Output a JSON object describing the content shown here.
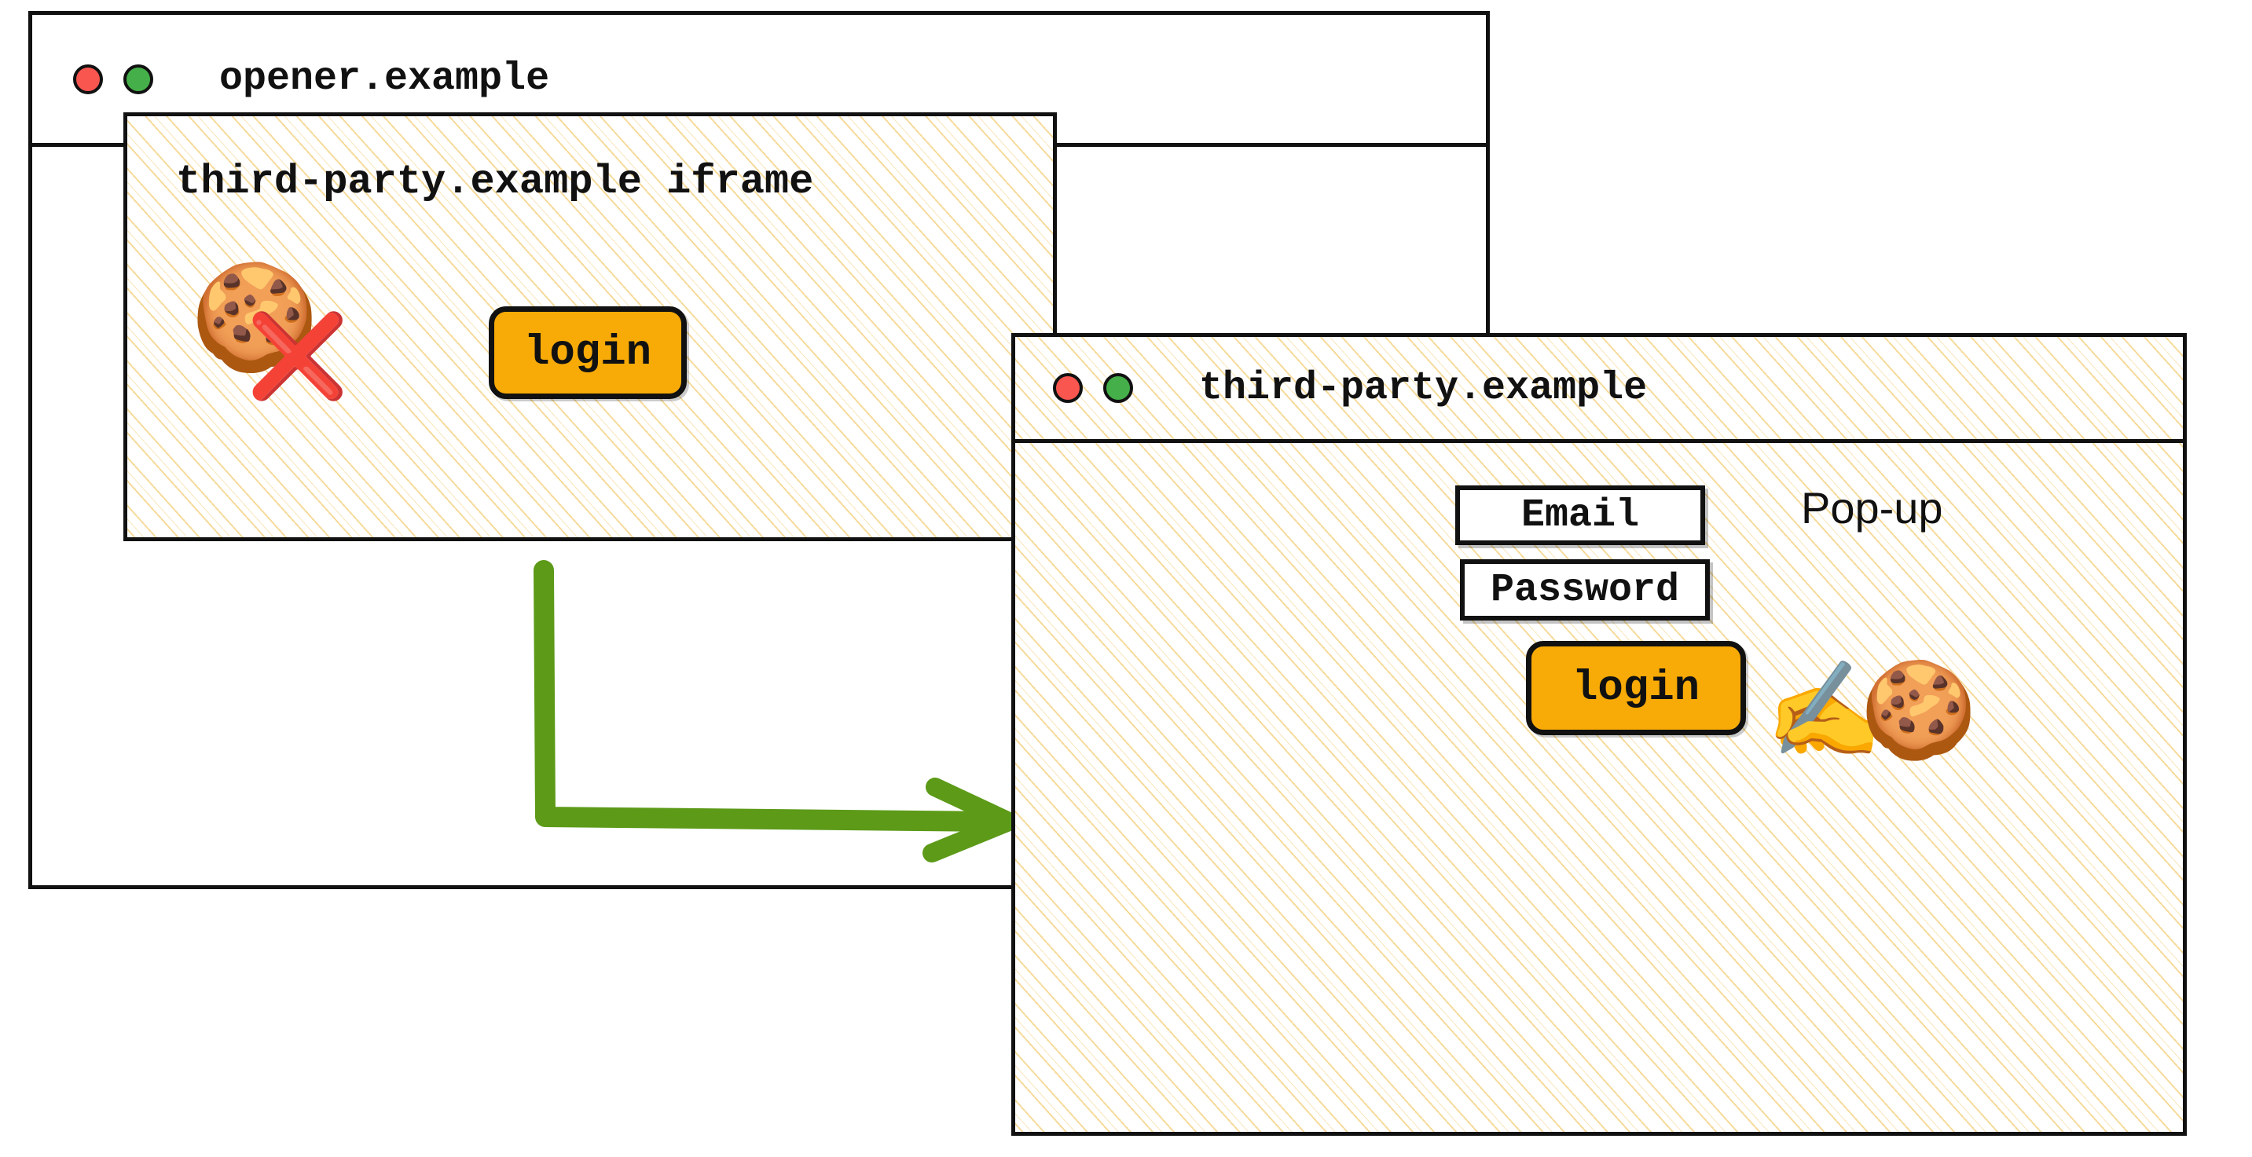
{
  "diagram": {
    "title": "Third-party login popup writes cookie while iframe cannot",
    "colors": {
      "orange_button": "#f8aa06",
      "green_arrow": "#5c9a18",
      "red_dot": "#f9564f",
      "green_dot": "#45b04a",
      "hatch_line": "#f4d48a",
      "ink": "#111111"
    }
  },
  "opener_window": {
    "title": "opener.example",
    "controls": {
      "close_dot": "close-dot",
      "maximize_dot": "maximize-dot"
    },
    "iframe": {
      "label": "third-party.example iframe",
      "cookie_icon": "cookie-icon",
      "cookie_blocked_icon": "cross-mark-icon",
      "login_button": "login"
    }
  },
  "popup_window": {
    "title": "third-party.example",
    "controls": {
      "close_dot": "close-dot",
      "maximize_dot": "maximize-dot"
    },
    "annotation": "Pop-up",
    "form": {
      "email_field": "Email",
      "password_field": "Password",
      "login_button": "login"
    },
    "cookie_write_icon": "writing-hand-icon",
    "cookie_icon": "cookie-icon"
  },
  "flow": {
    "arrow_icon": "arrow-right-icon",
    "from": "iframe login button",
    "to": "third-party.example pop-up"
  },
  "glyphs": {
    "cookie": "🍪",
    "cross": "❌",
    "writing_hand": "✍️"
  }
}
